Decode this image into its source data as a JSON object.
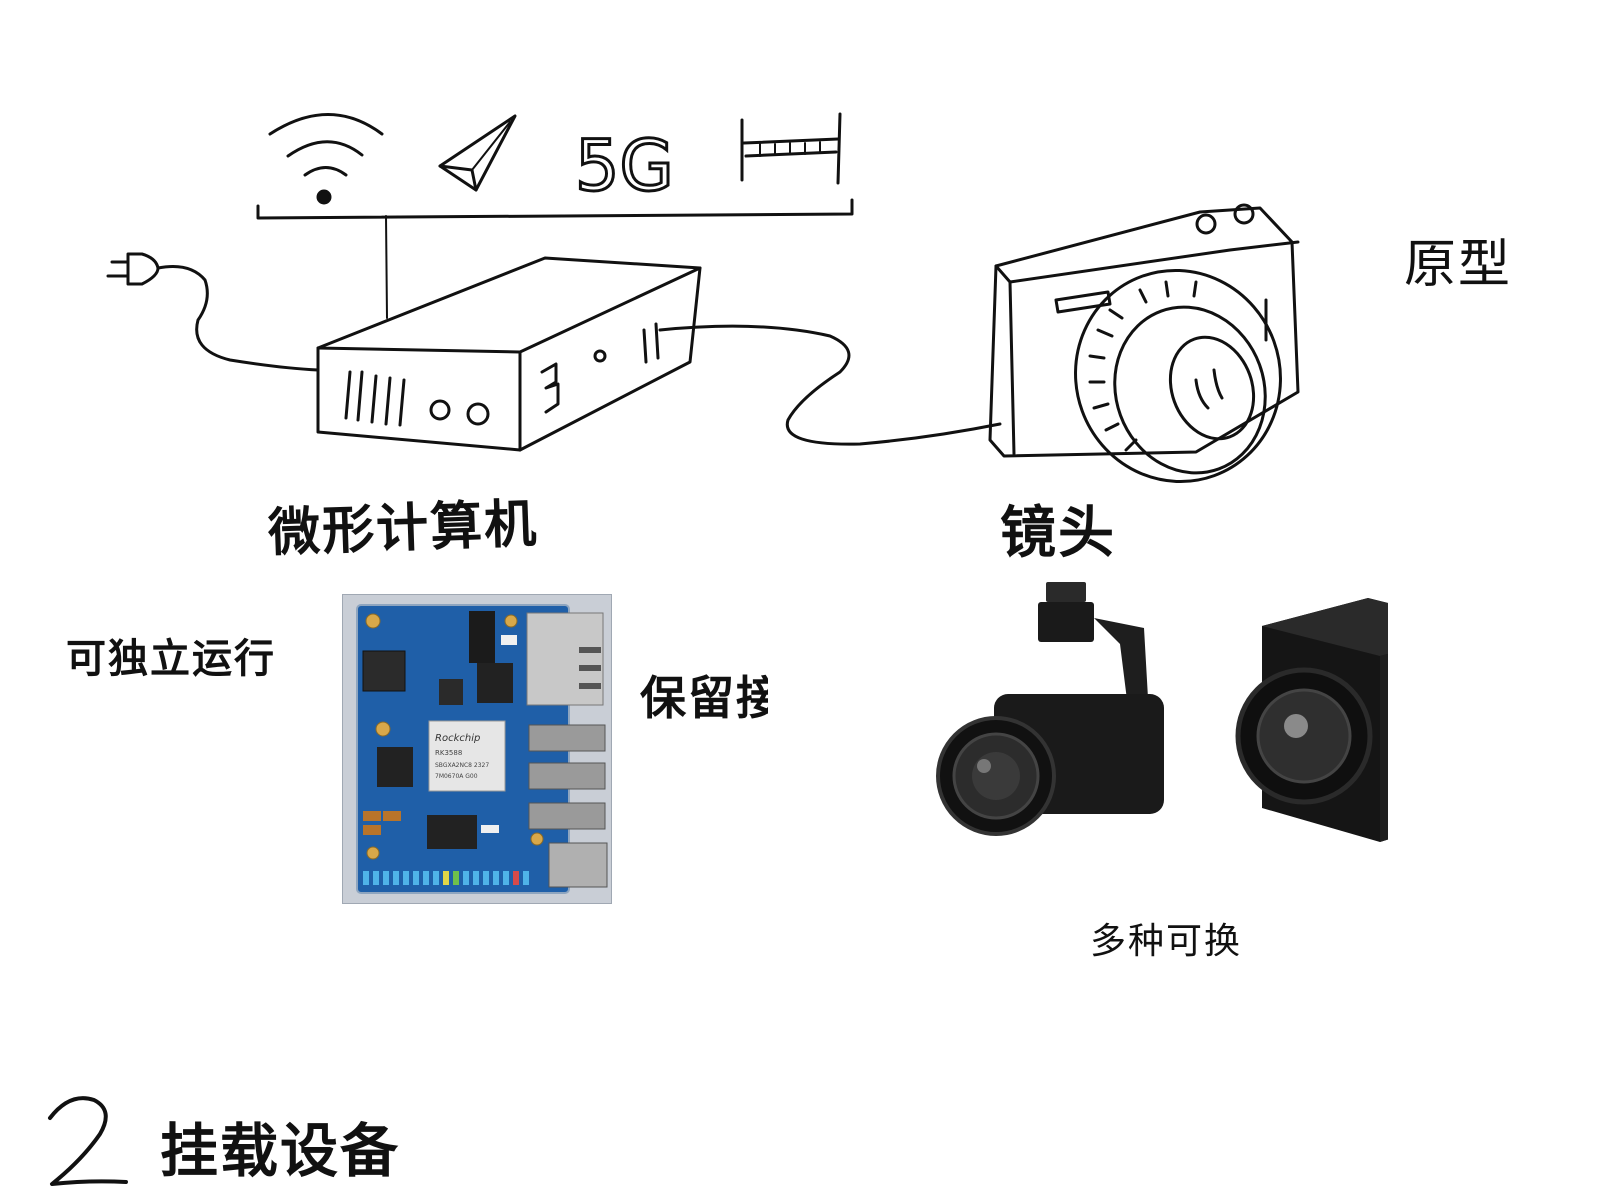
{
  "labels": {
    "prototype": "原型",
    "mini_computer": "微形计算机",
    "lens": "镜头",
    "standalone": "可独立运行",
    "reserved_interface": "保留接口",
    "interchangeable": "多种可换",
    "section_number": "2",
    "section_title": "挂载设备"
  },
  "connectivity_icons": [
    "wifi-icon",
    "paper-plane-icon",
    "5g-icon",
    "ruler-icon"
  ],
  "connectivity_text": {
    "five_g": "5G"
  },
  "board": {
    "chip_brand": "Rockchip",
    "chip_model": "RK3588",
    "chip_line2": "SBGXA2NC8 2327",
    "chip_line3": "7M0670A G00"
  },
  "colors": {
    "ink": "#111111",
    "board_blue": "#1f5fa8",
    "board_border": "#8ea5bf",
    "gold": "#d8a84a",
    "camera_body": "#1a1a1a"
  }
}
